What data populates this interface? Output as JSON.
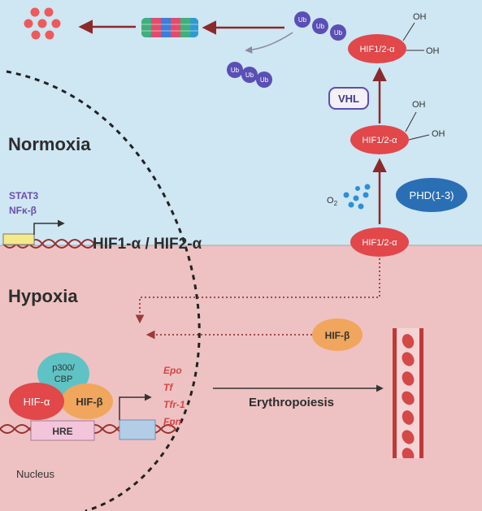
{
  "regions": {
    "normoxia": "Normoxia",
    "hypoxia": "Hypoxia",
    "nucleus": "Nucleus"
  },
  "proteins": {
    "hif_alpha_top": "HIF1/2-α",
    "hif_alpha_hydroxylated": "HIF1/2-α",
    "hif_alpha_ubiquitinated": "HIF1/2-α",
    "vhl": "VHL",
    "phd": "PHD(1-3)",
    "hif_beta": "HIF-β",
    "p300_cbp": [
      "p300/",
      "CBP"
    ],
    "hif_alpha_complex": "HIF-α",
    "hif_beta_complex": "HIF-β"
  },
  "labels": {
    "oh": "OH",
    "ub": "Ub",
    "o2": "O₂",
    "o2_main": "O",
    "o2_sub": "2",
    "stat3": "STAT3",
    "nfkb": "NFκ-β",
    "gene": "HIF1-α / HIF2-α",
    "hre": "HRE",
    "erythropoiesis": "Erythropoiesis"
  },
  "target_genes": [
    "Epo",
    "Tf",
    "Tfr-1",
    "Fpn"
  ],
  "colors": {
    "normoxia_bg": "#cfe6f3",
    "hypoxia_bg": "#eec2c2",
    "hif_alpha": "#e2474a",
    "hif_beta": "#f0a65c",
    "phd": "#2a6fb4",
    "ub": "#5a4fb5",
    "p300": "#5fc2c4",
    "vessel": "#d44848",
    "target_gene_text": "#d94545",
    "stat_text": "#6a4fb0"
  }
}
